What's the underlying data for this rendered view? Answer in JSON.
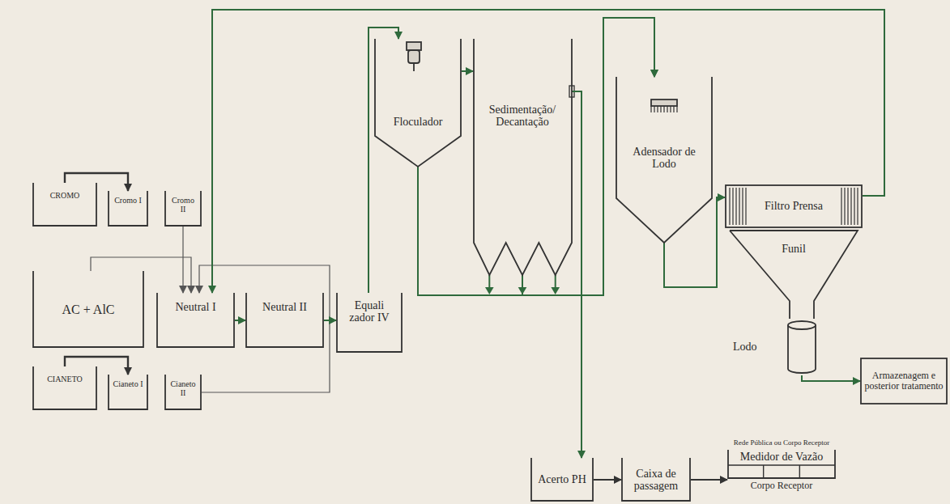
{
  "diagram": {
    "nodes": [
      {
        "text": [
          "CROMO"
        ]
      },
      {
        "text": [
          "Cromo I"
        ]
      },
      {
        "text": [
          "Cromo II"
        ]
      },
      {
        "text": [
          "AC + AlC"
        ]
      },
      {
        "text": [
          "Neutral I"
        ]
      },
      {
        "text": [
          "Neutral II"
        ]
      },
      {
        "text": [
          "Equali zador IV"
        ]
      },
      {
        "text": [
          "CIANETO"
        ]
      },
      {
        "text": [
          "Cianeto I"
        ]
      },
      {
        "text": [
          "Cianeto II"
        ]
      },
      {
        "text": [
          "Floculador"
        ]
      },
      {
        "text": [
          "Sedimentação/ Decantação"
        ]
      },
      {
        "text": [
          "Adensador de Lodo"
        ]
      },
      {
        "text": [
          "Filtro Prensa"
        ]
      },
      {
        "text": [
          "Funil"
        ]
      },
      {
        "text": [
          "Lodo"
        ]
      },
      {
        "text": [
          "Armazenagem e posterior tratamento"
        ]
      },
      {
        "text": [
          "Acerto PH"
        ]
      },
      {
        "text": [
          "Caixa de passagem"
        ]
      },
      {
        "text": [
          "Rede Pública ou Corpo Receptor",
          "Medidor de Vazão",
          "Corpo Receptor"
        ]
      }
    ],
    "edges": [
      {
        "from": 0,
        "to": 1,
        "arrow": "to"
      },
      {
        "from": 2,
        "to": 4,
        "arrow": "to"
      },
      {
        "from": 3,
        "to": 4,
        "arrow": "to"
      },
      {
        "from": 9,
        "to": 4,
        "arrow": "to"
      },
      {
        "from": 13,
        "to": 4,
        "arrow": "to"
      },
      {
        "from": 7,
        "to": 8,
        "arrow": "to"
      },
      {
        "from": 4,
        "to": 5,
        "arrow": "to"
      },
      {
        "from": 5,
        "to": 6,
        "arrow": "to"
      },
      {
        "from": 6,
        "to": 10,
        "arrow": "to"
      },
      {
        "from": 10,
        "to": 11,
        "arrow": "to"
      },
      {
        "from": 10,
        "to": 12,
        "arrow": "to"
      },
      {
        "from": 11,
        "to": 12,
        "arrow": "to"
      },
      {
        "from": 11,
        "to": 17,
        "arrow": "to"
      },
      {
        "from": 12,
        "to": 13,
        "arrow": "to"
      },
      {
        "from": 15,
        "to": 16,
        "arrow": "to"
      },
      {
        "from": 17,
        "to": 18,
        "arrow": "to"
      },
      {
        "from": 18,
        "to": 19,
        "arrow": "to"
      }
    ]
  }
}
